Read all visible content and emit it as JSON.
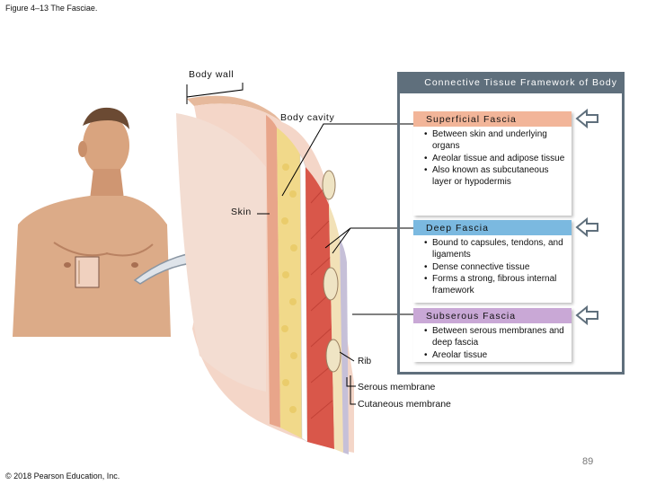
{
  "figure_title": "Figure 4–13 The Fasciae.",
  "copyright": "© 2018 Pearson Education, Inc.",
  "page_number": "89",
  "labels": {
    "body_wall": "Body wall",
    "body_cavity": "Body cavity",
    "skin": "Skin",
    "rib": "Rib",
    "serous_membrane": "Serous membrane",
    "cutaneous_membrane": "Cutaneous membrane"
  },
  "framework": {
    "title": "Connective Tissue Framework of Body"
  },
  "cards": {
    "superficial": {
      "title": "Superficial Fascia",
      "bullets": [
        "Between skin and underlying organs",
        "Areolar tissue and adipose tissue",
        "Also known as subcutaneous layer or hypodermis"
      ],
      "color": "#f2b599"
    },
    "deep": {
      "title": "Deep Fascia",
      "bullets": [
        "Bound to capsules, tendons, and ligaments",
        "Dense connective tissue",
        "Forms a strong, fibrous internal framework"
      ],
      "color": "#7bb9e0"
    },
    "subserous": {
      "title": "Subserous Fascia",
      "bullets": [
        "Between serous membranes and deep fascia",
        "Areolar tissue"
      ],
      "color": "#c9a8d6"
    }
  },
  "icons": [
    "large-arrow-icon",
    "left-arrow-icon"
  ]
}
